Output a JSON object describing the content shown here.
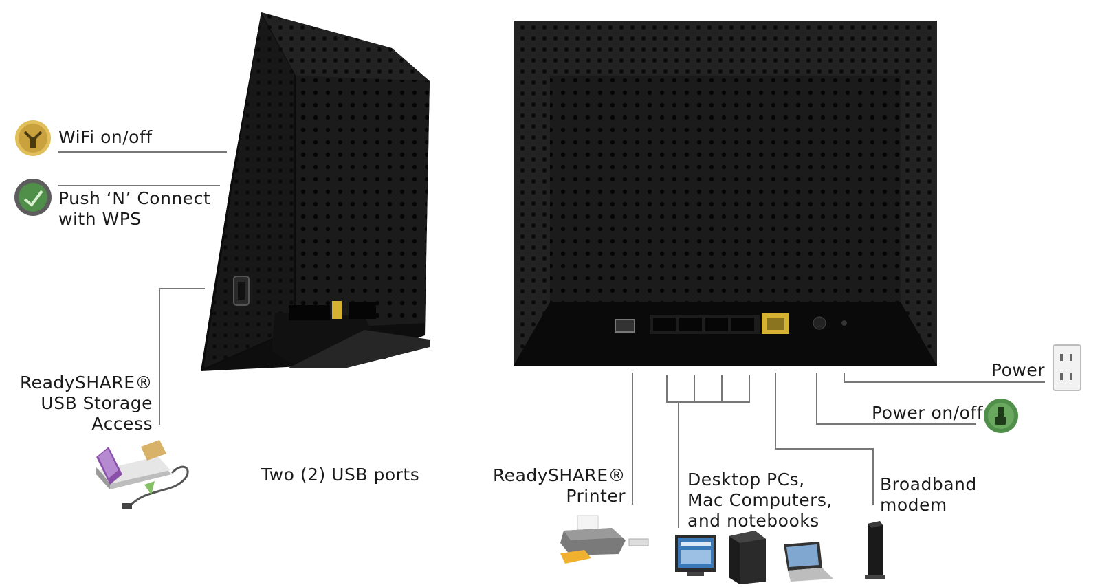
{
  "labels": {
    "wifi": "WiFi on/off",
    "wps_line1": "Push ‘N’ Connect",
    "wps_line2": "with WPS",
    "usb_storage_line1": "ReadySHARE®",
    "usb_storage_line2": "USB Storage",
    "usb_storage_line3": "Access",
    "usb_ports": "Two (2) USB ports",
    "printer_line1": "ReadySHARE®",
    "printer_line2": "Printer",
    "computers_line1": "Desktop PCs,",
    "computers_line2": "Mac Computers,",
    "computers_line3": "and notebooks",
    "modem_line1": "Broadband",
    "modem_line2": "modem",
    "power": "Power",
    "power_switch": "Power on/off"
  },
  "icons": {
    "wifi_button": "wifi-button-icon",
    "wps_button": "wps-button-icon",
    "power_button": "power-button-icon",
    "power_outlet": "power-outlet-icon",
    "usb_storage": "usb-storage-icon",
    "printer": "printer-icon",
    "desktop_monitor": "monitor-icon",
    "desktop_tower": "pc-tower-icon",
    "notebook": "laptop-icon",
    "modem": "modem-icon"
  },
  "colors": {
    "router_body": "#141414",
    "wan_port": "#d6b233",
    "wifi_badge": "#e1bf5a",
    "green_badge": "#4f8f4a",
    "usb_storage_purple": "#8a4fa8"
  }
}
